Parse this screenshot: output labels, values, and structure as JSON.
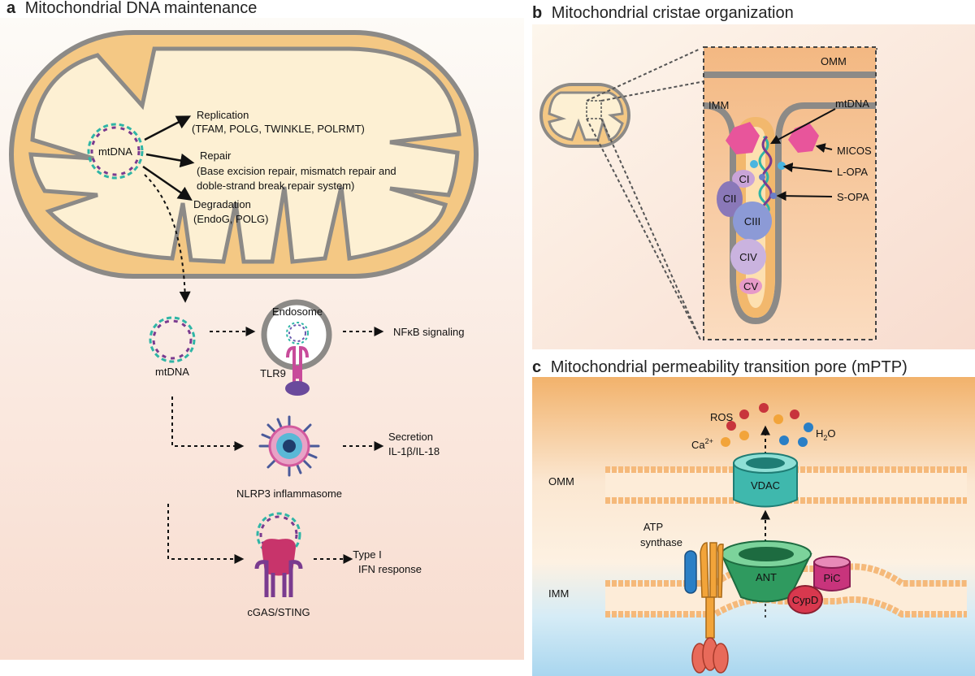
{
  "panel_a": {
    "letter": "a",
    "title": "Mitochondrial DNA maintenance",
    "mtdna_label": "mtDNA",
    "replication": {
      "head": "Replication",
      "detail": "(TFAM, POLG, TWINKLE, POLRMT)"
    },
    "repair": {
      "head": "Repair",
      "detail1": "(Base excision repair, mismatch repair and",
      "detail2": "doble-strand break repair system)"
    },
    "degradation": {
      "head": "Degradation",
      "detail": "(EndoG, POLG)"
    },
    "free_mtdna_label": "mtDNA",
    "endosome_label": "Endosome",
    "tlr9_label": "TLR9",
    "nfkb_label": "NFκB signaling",
    "secretion_label": "Secretion",
    "il_label": "IL-1β/IL-18",
    "nlrp3_label": "NLRP3 inflammasome",
    "typei_label": "Type I",
    "ifn_label": "IFN response",
    "cgas_label": "cGAS/STING"
  },
  "panel_b": {
    "letter": "b",
    "title": "Mitochondrial cristae organization",
    "omm": "OMM",
    "imm": "IMM",
    "mtdna": "mtDNA",
    "micos": "MICOS",
    "lopa": "L-OPA",
    "sopa": "S-OPA",
    "complexes": {
      "ci": "CI",
      "cii": "CII",
      "ciii": "CIII",
      "civ": "CIV",
      "cv": "CV"
    }
  },
  "panel_c": {
    "letter": "c",
    "title": "Mitochondrial permeability transition pore (mPTP)",
    "ros": "ROS",
    "ca": "Ca",
    "ca_sup": "2+",
    "h2o_h": "H",
    "h2o_sub": "2",
    "h2o_o": "O",
    "omm": "OMM",
    "imm": "IMM",
    "vdac": "VDAC",
    "ant": "ANT",
    "pic": "PiC",
    "cypd": "CypD",
    "atp1": "ATP",
    "atp2": "synthase"
  },
  "colors": {
    "panel_bg_top": "#fdfbf7",
    "panel_bg_bottom": "#f8ddd0",
    "mito_outer": "#f4c884",
    "mito_inner": "#fdf0d3",
    "membrane_grey": "#8c8a87",
    "dna_teal": "#2fb5a6",
    "dna_purple": "#7a3b8f",
    "micos_pink": "#e8559b",
    "vdac_teal": "#3fb8ad",
    "ant_green": "#2f9a5f",
    "pic_magenta": "#c8347c",
    "cypd_red": "#d8384e",
    "lipid_orange": "#f5b97a"
  }
}
